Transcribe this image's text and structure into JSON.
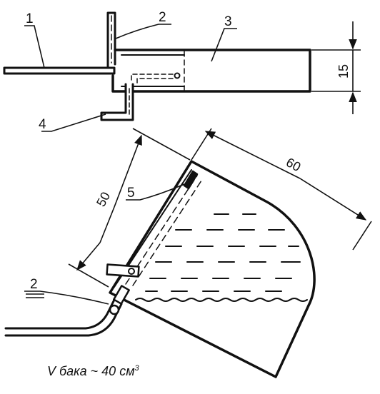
{
  "callouts": {
    "c1": "1",
    "c2_top": "2",
    "c3": "3",
    "c4": "4",
    "c5": "5",
    "c2_bottom": "2"
  },
  "dimensions": {
    "height": "15",
    "width": "50",
    "length": "60"
  },
  "caption": {
    "text": "V бака ~ 40 см",
    "unit_exponent": "3"
  },
  "colors": {
    "ink": "#111111",
    "background": "#ffffff"
  }
}
